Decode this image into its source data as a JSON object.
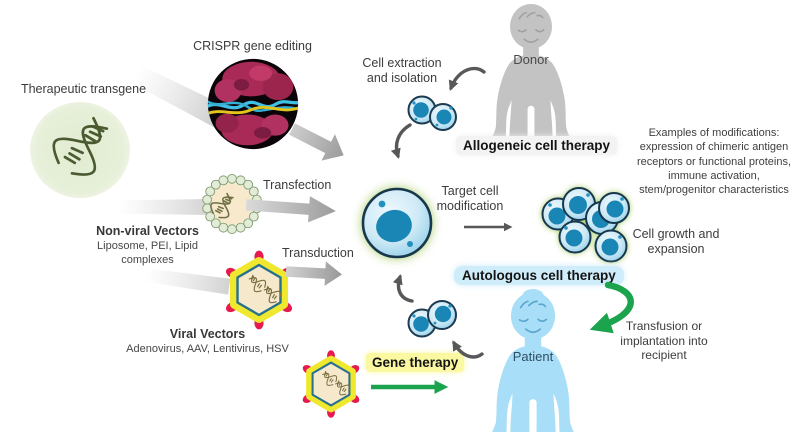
{
  "labels": {
    "therapeutic_transgene": "Therapeutic transgene",
    "crispr_gene_editing": "CRISPR gene editing",
    "cell_extraction": "Cell extraction and isolation",
    "donor": "Donor",
    "allogeneic_cell_therapy": "Allogeneic cell therapy",
    "transfection": "Transfection",
    "non_viral_vectors_title": "Non-viral Vectors",
    "non_viral_vectors_examples": "Liposome, PEI, Lipid complexes",
    "transduction": "Transduction",
    "viral_vectors_title": "Viral Vectors",
    "viral_vectors_examples": "Adenovirus, AAV, Lentivirus, HSV",
    "gene_therapy": "Gene therapy",
    "target_cell_modification": "Target cell modification",
    "autologous_cell_therapy": "Autologous cell therapy",
    "patient": "Patient",
    "cell_growth_expansion": "Cell growth and expansion",
    "modifications_note": "Examples of modifications: expression of chimeric antigen receptors or functional proteins, immune activation, stem/progenitor characteristics",
    "transfusion_note": "Transfusion or implantation into recipient"
  },
  "colors": {
    "gene_therapy_highlight": "#fbf8a2",
    "autologous_highlight": "#cfecfb",
    "allogeneic_highlight": "#f3f3f3",
    "green_arrow": "#1ca34d",
    "gray_arrow": "#9c9c9c",
    "donor_gray": "#c3c3c3",
    "patient_blue": "#a8def7",
    "cell_fill": "#cfeaf6",
    "cell_nucleus": "#1a86b6",
    "cell_glow_green": "#b5d687",
    "virus_capsid_yellow": "#efe82e",
    "virus_border_teal": "#26718c",
    "virus_spike_red": "#e51a4e",
    "virus_core": "#f6e8cb",
    "crispr_magenta": "#a92a56",
    "crispr_cyan": "#41c0e6",
    "crispr_yellow": "#e2c41d",
    "transgene_circle_green": "#e4eed6",
    "dna_stroke_green": "#4a5a31"
  }
}
